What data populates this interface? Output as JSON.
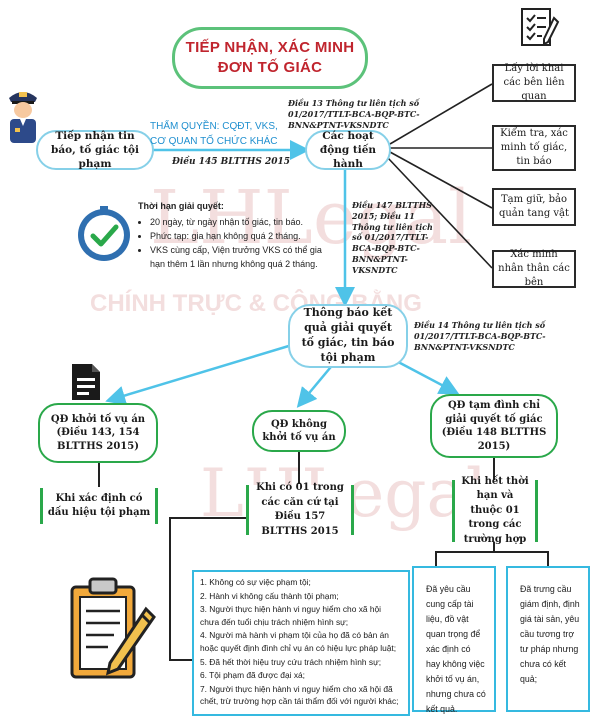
{
  "title": {
    "line1": "TIẾP NHẬN, XÁC MINH",
    "line2": "ĐƠN TỐ GIÁC"
  },
  "watermark": {
    "brand": "LHLegal",
    "slogan": "CHÍNH TRỰC & CÔNG BẰNG"
  },
  "receive_node": "Tiếp nhận tin báo, tố giác tội phạm",
  "authority": {
    "line1": "THẨM QUYỀN: CQĐT, VKS,",
    "line2": "CƠ QUAN TỐ CHỨC KHÁC",
    "law": "Điều 145 BLTTHS 2015"
  },
  "activities_node": "Các hoạt động tiến hành",
  "note_art13": "Điều 13 Thông tư liên tịch số 01/2017/TTLT-BCA-BQP-BTC-BNN&PTNT-VKSNDTC",
  "activities": [
    "Lấy lời khai các bên liên quan",
    "Kiểm tra, xác minh tố giác, tin báo",
    "Tạm giữ, bảo quản tang vật",
    "Xác minh nhân thân các bên"
  ],
  "deadline": {
    "heading": "Thời hạn giải quyết:",
    "items": [
      "20 ngày, từ ngày nhận tố giác, tin báo.",
      "Phức tạp: gia hạn không quá 2 tháng.",
      "VKS cùng cấp, Viện trưởng VKS có thể gia hạn thêm 1 lần nhưng không quá 2 tháng."
    ]
  },
  "note_art147": "Điều 147 BLTTHS 2015; Điều 11 Thông tư liên tịch số 01/2017/TTLT-BCA-BQP-BTC-BNN&PTNT-VKSNDTC",
  "result_node": "Thông báo kết quả giải quyết tố giác, tin báo tội phạm",
  "note_art14": "Điều 14 Thông tư liên tịch số 01/2017/TTLT-BCA-BQP-BTC-BNN&PTNT-VKSNDTC",
  "outcomes": [
    {
      "label": "QĐ khởi tố vụ án (Điều 143, 154 BLTTHS 2015)",
      "detail": "Khi xác định có dấu hiệu tội phạm"
    },
    {
      "label": "QĐ không khởi tố vụ án",
      "detail": "Khi có 01 trong các căn cứ tại Điều 157 BLTTHS 2015"
    },
    {
      "label": "QĐ tạm đình chỉ giải quyết tố giác (Điều 148 BLTTHS 2015)",
      "detail": "Khi hết thời hạn và thuộc 01 trong các trường hợp"
    }
  ],
  "grounds": [
    "1. Không có sự việc phạm tội;",
    "2. Hành vi không cấu thành tội phạm;",
    "3. Người thực hiện hành vi nguy hiểm cho xã hội chưa đến tuổi chịu trách nhiệm hình sự;",
    "4. Người mà hành vi phạm tội của họ đã có bản án hoặc quyết định đình chỉ vụ án có hiệu lực pháp luật;",
    "5. Đã hết thời hiệu truy cứu trách nhiệm hình sự;",
    "6. Tội phạm đã được đại xá;",
    "7. Người thực hiện hành vi nguy hiểm cho xã hội đã chết, trừ trường hợp cần tái thẩm đối với người khác;"
  ],
  "suspension_cases": [
    "Đã yêu cầu cung cấp tài liệu, đồ vật quan trọng để xác định có hay không việc khởi tố vụ án, nhưng chưa có kết quả.",
    "Đã trưng cầu giám định, định giá tài sản, yêu cầu tương trợ tư pháp nhưng chưa có kết quả;"
  ],
  "colors": {
    "accent_red": "#c0252e",
    "green": "#2aa84a",
    "blue": "#35b9e0",
    "link": "#4fc3e8"
  },
  "icons": [
    "police-officer-icon",
    "checklist-icon",
    "clock-check-icon",
    "document-icon",
    "clipboard-pencil-icon"
  ]
}
